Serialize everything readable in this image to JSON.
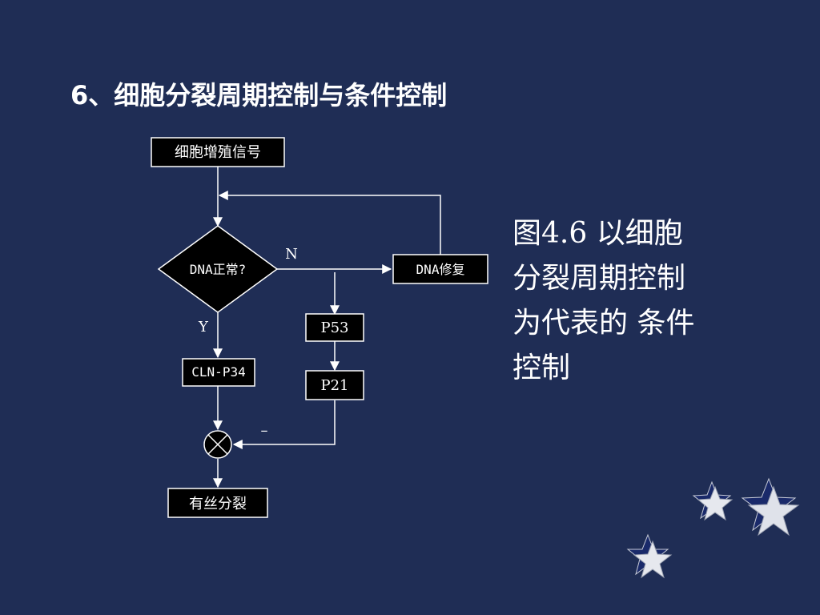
{
  "title": "6、细胞分裂周期控制与条件控制",
  "diagram": {
    "nodes": {
      "signal": "细胞增殖信号",
      "decision": "DNA正常?",
      "repair": "DNA修复",
      "p53": "P53",
      "p21": "P21",
      "cln": "CLN-P34",
      "mitosis": "有丝分裂"
    },
    "edges": {
      "no": "N",
      "yes": "Y",
      "inhibit": "–"
    }
  },
  "caption": {
    "line1": "图4.6  以细胞",
    "line2": "分裂周期控制",
    "line3": "为代表的 条件",
    "line4": "控制"
  },
  "colors": {
    "background": "#1f2d55",
    "node_fill": "#000000",
    "line": "#ffffff"
  }
}
